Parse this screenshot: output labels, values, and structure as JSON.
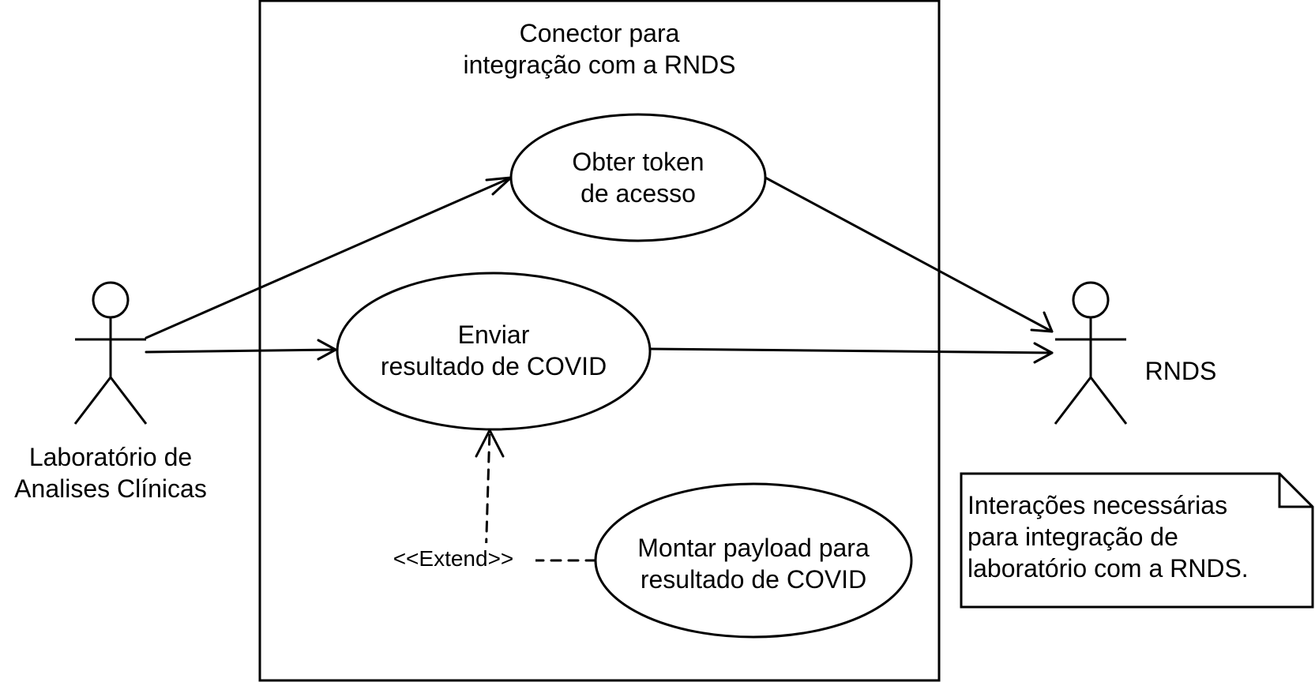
{
  "system": {
    "title": "Conector para\nintegração com a RNDS"
  },
  "actors": {
    "lab": {
      "label": "Laboratório de\nAnalises Clínicas"
    },
    "rnds": {
      "label": "RNDS"
    }
  },
  "use_cases": {
    "token": {
      "label": "Obter token\nde acesso"
    },
    "enviar": {
      "label": "Enviar\nresultado de COVID"
    },
    "montar": {
      "label": "Montar payload para\nresultado de COVID"
    }
  },
  "relations": {
    "extend_label": "<<Extend>>"
  },
  "note": {
    "text": "Interações necessárias\npara integração de\nlaboratório com a RNDS."
  }
}
